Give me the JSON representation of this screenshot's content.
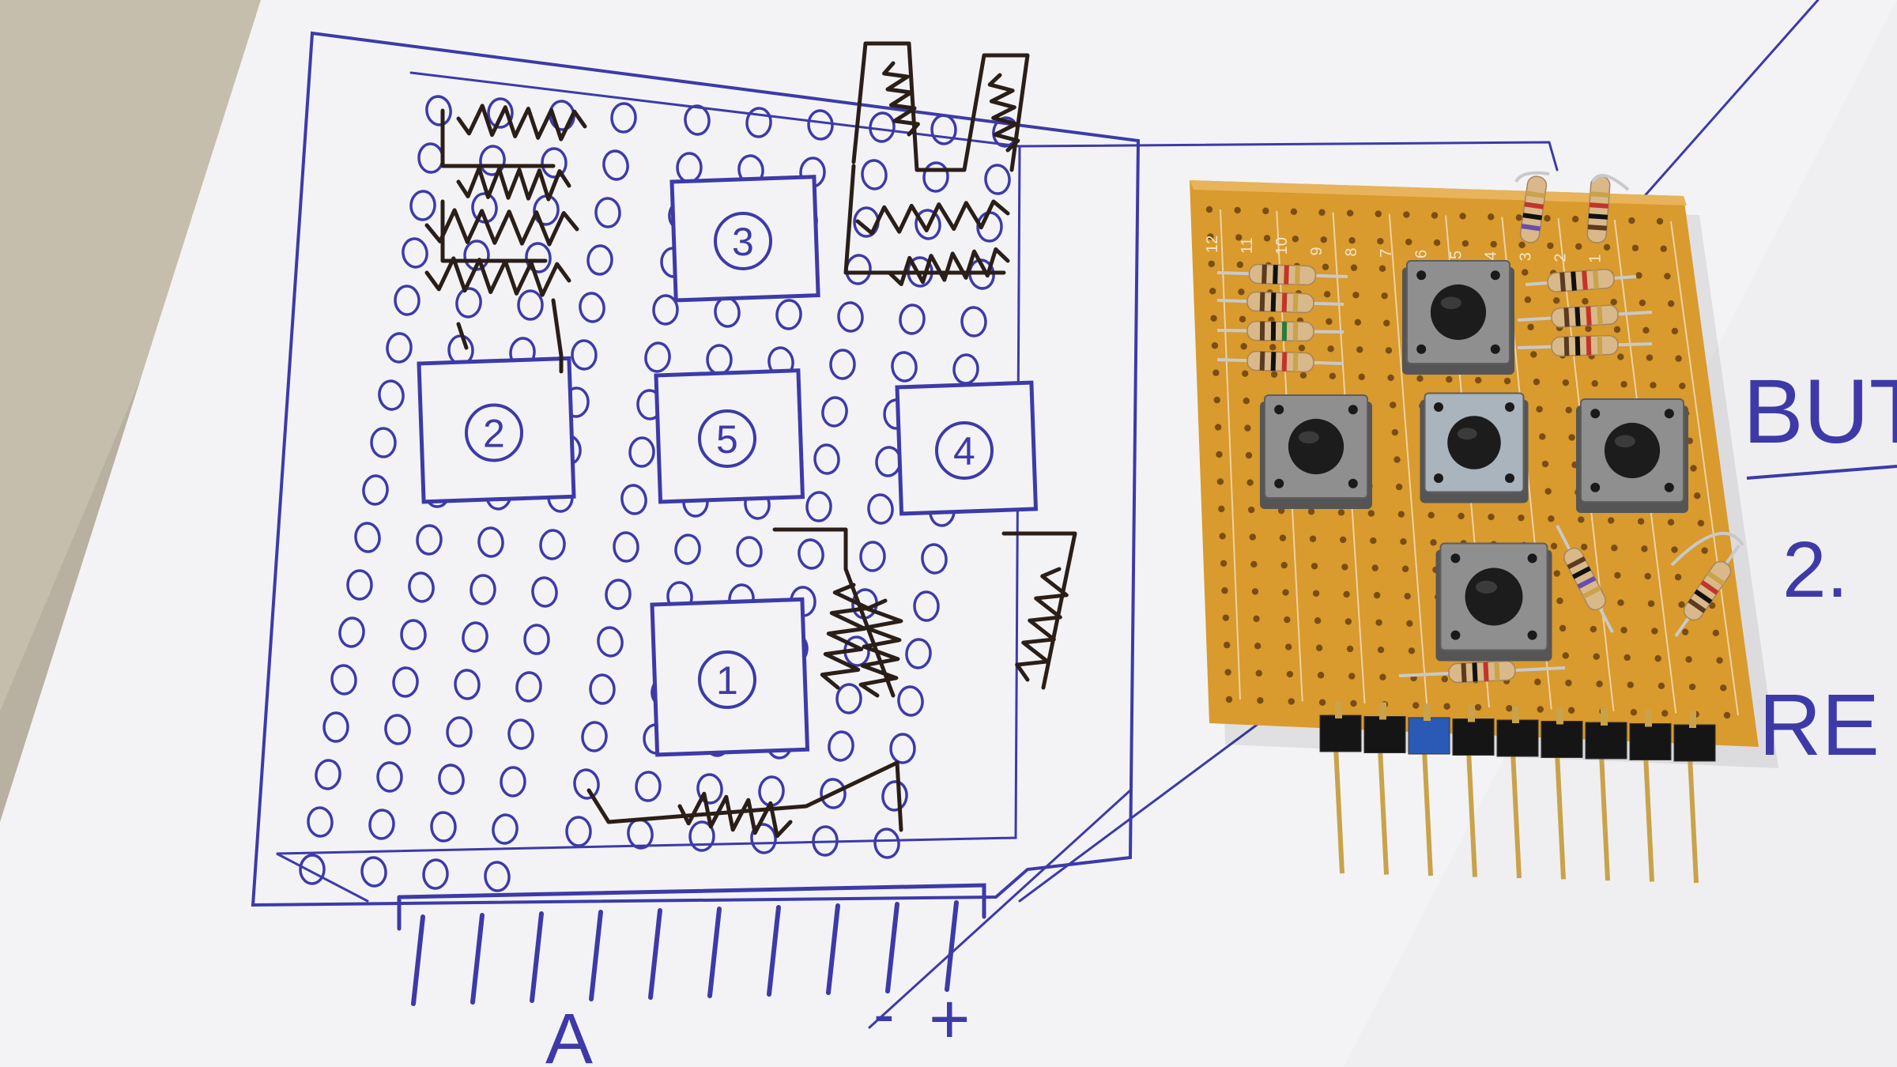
{
  "sketch": {
    "button_labels": [
      "3",
      "2",
      "5",
      "4",
      "1"
    ],
    "header_labels": [
      "A",
      "-",
      "+"
    ]
  },
  "board": {
    "column_numbers": [
      "12",
      "11",
      "10",
      "9",
      "8",
      "7",
      "6",
      "5",
      "4",
      "3",
      "2",
      "1"
    ]
  },
  "margin_notes": {
    "line_1": "BUT",
    "line_2": "2.",
    "line_3": "RE"
  },
  "colors": {
    "ink": "#3d3aa8",
    "marker": "#2a1f18",
    "paper": "#f3f3f6",
    "board": "#d99a2e",
    "pin": "#c9a24a",
    "button_body": "#8f8f8f",
    "cap": "#1c1c1c"
  }
}
